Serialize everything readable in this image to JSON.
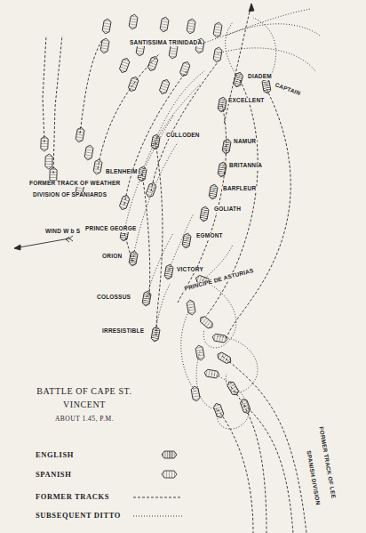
{
  "diagram": {
    "title": "BATTLE OF CAPE ST. VINCENT",
    "caption": "ABOUT 1.45, P.M.",
    "labels": [
      "SANTISSIMA TRINIDADA",
      "DIADEM",
      "CAPTAIN",
      "EXCELLENT",
      "CULLODEN",
      "NAMUR",
      "BRITANNIA",
      "BLENHEIM",
      "BARFLEUR",
      "GOLIATH",
      "PRINCE GEORGE",
      "EGMONT",
      "ORION",
      "VICTORY",
      "PRINCIPE DE ASTURIAS",
      "COLOSSUS",
      "IRRESISTIBLE",
      "FORMER TRACK OF WEATHER",
      "DIVISION OF SPANIARDS",
      "WIND W b S",
      "FORMER TRACK OF LEE",
      "SPANISH DIVISION"
    ],
    "legend": [
      {
        "text": "ENGLISH"
      },
      {
        "text": "SPANISH"
      },
      {
        "text": "FORMER TRACKS"
      },
      {
        "text": "SUBSEQUENT DITTO"
      }
    ]
  }
}
